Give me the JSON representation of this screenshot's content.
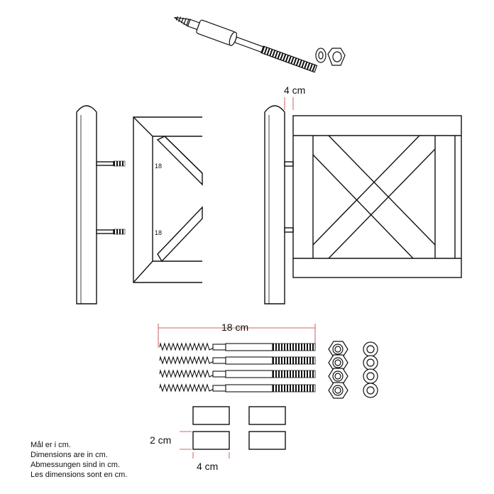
{
  "labels": {
    "post_offset": "4 cm",
    "screw_length": "18 cm",
    "spacer_height": "2 cm",
    "spacer_width": "4 cm",
    "mark_upper": "18",
    "mark_lower": "18"
  },
  "notes": [
    "Mål er i cm.",
    "Dimensions are in cm.",
    "Abmessungen sind in cm.",
    "Les dimensions sont en cm."
  ],
  "colors": {
    "line": "#111111",
    "dimension": "#c0392b"
  },
  "parts": {
    "screw_count": 4,
    "nut_count": 4,
    "washer_count": 4,
    "spacer_count": 4
  }
}
